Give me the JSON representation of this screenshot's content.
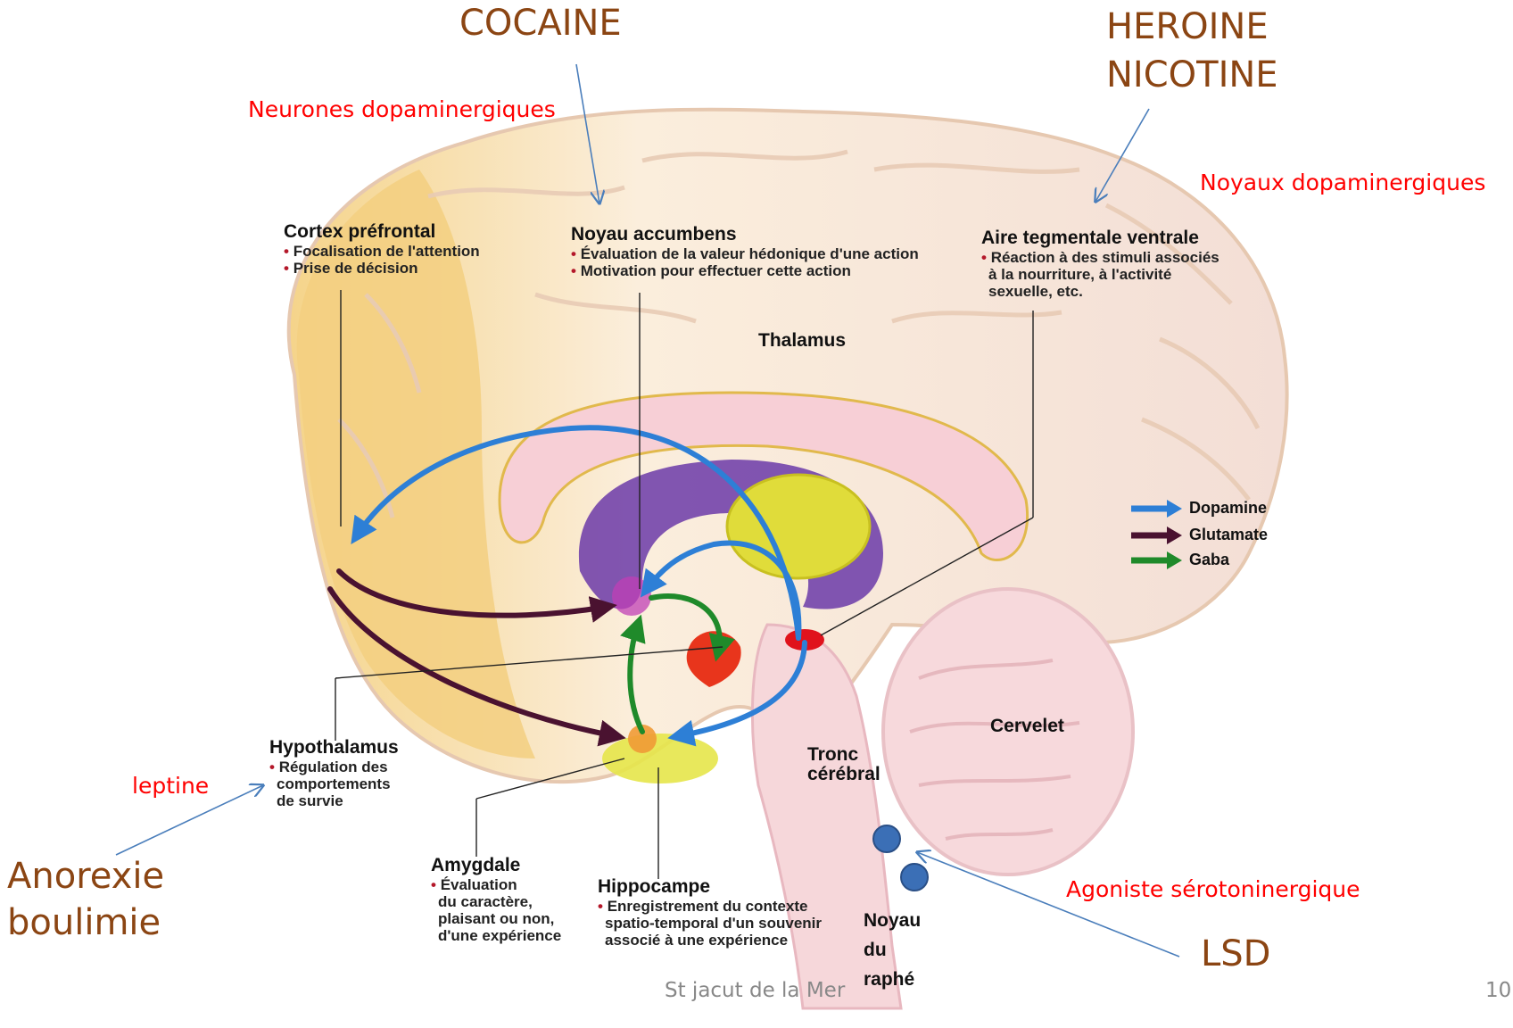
{
  "drugs": {
    "cocaine": "COCAINE",
    "heroine": "HEROINE",
    "nicotine": "NICOTINE",
    "lsd": "LSD",
    "anorexie": "Anorexie",
    "boulimie": "boulimie"
  },
  "annotations": {
    "neurones_dopaminergiques": "Neurones dopaminergiques",
    "noyaux_dopaminergiques": "Noyaux dopaminergiques",
    "leptine": "leptine",
    "agoniste": "Agoniste sérotoninergique"
  },
  "regions": {
    "cortex": {
      "title": "Cortex préfrontal",
      "bullets": [
        "Focalisation de l'attention",
        "Prise de décision"
      ]
    },
    "accumbens": {
      "title": "Noyau accumbens",
      "bullets": [
        "Évaluation de la valeur hédonique d'une action",
        "Motivation pour effectuer cette action"
      ]
    },
    "atv": {
      "title": "Aire tegmentale ventrale",
      "bullets": [
        "Réaction à des stimuli associés",
        "à la nourriture, à l'activité",
        "sexuelle, etc."
      ]
    },
    "thalamus": "Thalamus",
    "hypothalamus": {
      "title": "Hypothalamus",
      "bullets": [
        "Régulation des",
        "comportements",
        "de survie"
      ]
    },
    "amygdale": {
      "title": "Amygdale",
      "bullets": [
        "Évaluation",
        "du caractère,",
        "plaisant ou non,",
        "d'une expérience"
      ]
    },
    "hippocampe": {
      "title": "Hippocampe",
      "bullets": [
        "Enregistrement du contexte",
        "spatio-temporal d'un souvenir",
        "associé à une expérience"
      ]
    },
    "cervelet": "Cervelet",
    "tronc_1": "Tronc",
    "tronc_2": "cérébral",
    "raphe_1": "Noyau",
    "raphe_2": "du",
    "raphe_3": "raphé"
  },
  "legend": [
    {
      "label": "Dopamine",
      "color": "#2d7fd6"
    },
    {
      "label": "Glutamate",
      "color": "#4a1230"
    },
    {
      "label": "Gaba",
      "color": "#1f8a2a"
    }
  ],
  "footer": {
    "text": "St jacut de la Mer",
    "page": "10"
  },
  "colors": {
    "drug_text": "#8B4513",
    "annotation_text": "#ff0000",
    "callout_arrow": "#4a7ebb",
    "dopamine": "#2d7fd6",
    "glutamate": "#4a1230",
    "gaba": "#1f8a2a",
    "raphe_dot": "#3b6fb6"
  }
}
